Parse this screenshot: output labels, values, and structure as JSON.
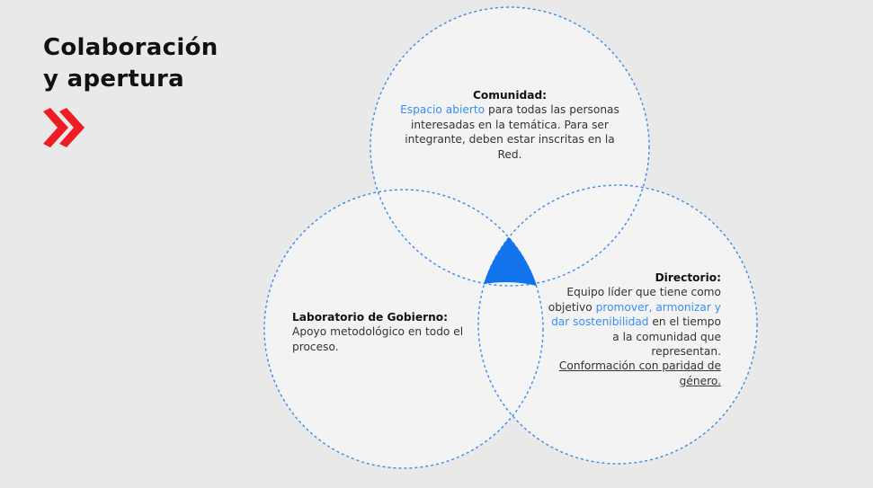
{
  "title_line1": "Colaboración",
  "title_line2": "y apertura",
  "colors": {
    "accent_red": "#ee1c24",
    "accent_blue": "#1273ea",
    "highlight_blue": "#3a8ef0",
    "background": "#e9e9e9"
  },
  "comunidad": {
    "heading": "Comunidad:",
    "highlight": "Espacio abierto",
    "body": " para todas las personas interesadas en la temática. Para ser integrante, deben estar inscritas en la Red."
  },
  "laboratorio": {
    "heading": "Laboratorio de Gobierno:",
    "body": "Apoyo metodológico en todo el proceso."
  },
  "directorio": {
    "heading": "Directorio:",
    "body_before": "Equipo líder que tiene como objetivo ",
    "highlight": "promover, armonizar y dar sostenibilidad",
    "body_after": " en el tiempo a la comunidad que representan.",
    "underlined": "Conformación con paridad de género."
  }
}
